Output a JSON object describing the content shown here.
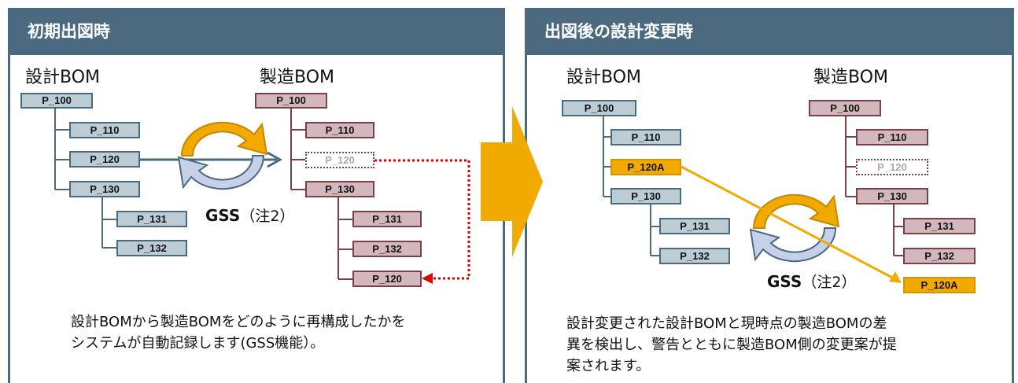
{
  "left": {
    "title": "初期出図時",
    "design_title": "設計BOM",
    "mfg_title": "製造BOM",
    "design_nodes": [
      "P_100",
      "P_110",
      "P_120",
      "P_130",
      "P_131",
      "P_132"
    ],
    "mfg_nodes": [
      "P_100",
      "P_110",
      "P_120",
      "P_130",
      "P_131",
      "P_132",
      "P_120"
    ],
    "gss_label": "GSS",
    "gss_note": "（注2）",
    "caption_line1": "設計BOMから製造BOMをどのように再構成したかを",
    "caption_line2": "システムが自動記録します(GSS機能）。"
  },
  "right": {
    "title": "出図後の設計変更時",
    "design_title": "設計BOM",
    "mfg_title": "製造BOM",
    "design_nodes": [
      "P_100",
      "P_110",
      "P_120A",
      "P_130",
      "P_131",
      "P_132"
    ],
    "mfg_nodes": [
      "P_100",
      "P_110",
      "P_120",
      "P_130",
      "P_131",
      "P_132",
      "P_120A"
    ],
    "gss_label": "GSS",
    "gss_note": "（注2）",
    "caption_line1": "設計変更された設計BOMと現時点の製造BOMの差",
    "caption_line2": "異を検出し、警告とともに製造BOM側の変更案が提",
    "caption_line3": "案されます。"
  },
  "colors": {
    "header": "#4b6a80",
    "design_fill": "#bcccd5",
    "mfg_fill": "#d2b8bd",
    "mfg_border": "#7b3f4a",
    "accent_orange": "#f0aa00",
    "dotted_red": "#e00000"
  }
}
